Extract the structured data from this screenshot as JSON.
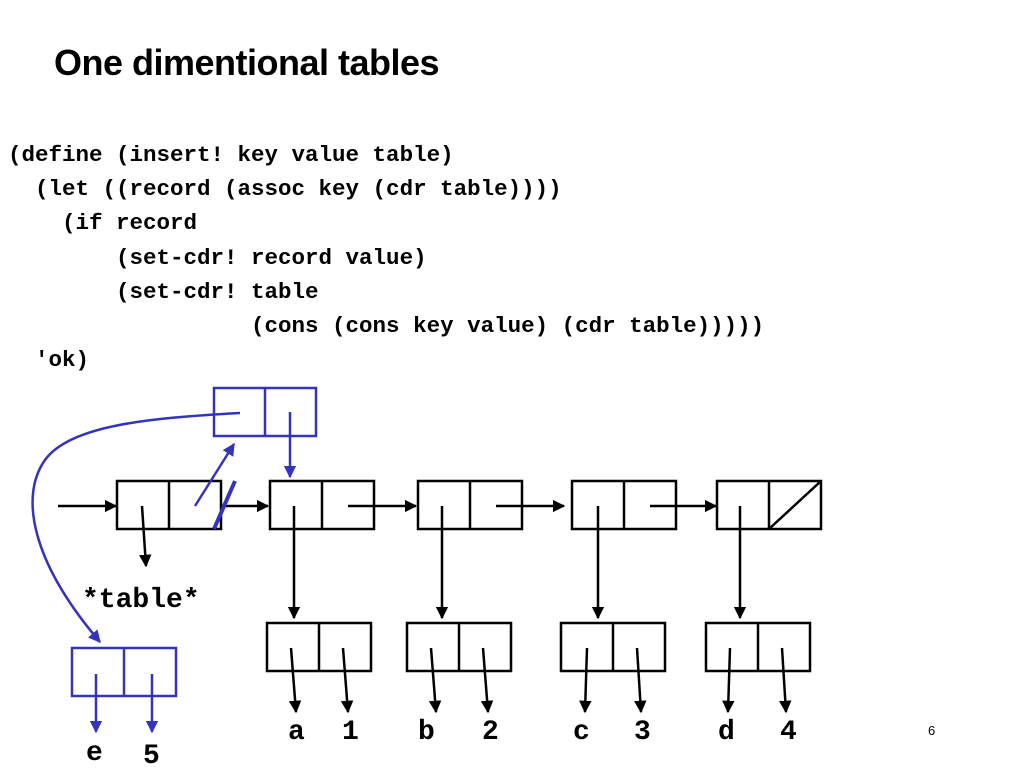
{
  "title": "One dimentional tables",
  "code_lines": [
    "(define (insert! key value table)",
    "  (let ((record (assoc key (cdr table))))",
    "    (if record",
    "        (set-cdr! record value)",
    "        (set-cdr! table",
    "                  (cons (cons key value) (cdr table)))))",
    "  'ok)"
  ],
  "diagram": {
    "table_label": "*table*",
    "records": [
      {
        "key": "a",
        "value": "1"
      },
      {
        "key": "b",
        "value": "2"
      },
      {
        "key": "c",
        "value": "3"
      },
      {
        "key": "d",
        "value": "4"
      }
    ],
    "new_record": {
      "key": "e",
      "value": "5"
    },
    "colors": {
      "existing": "#000000",
      "new": "#3333bb"
    }
  },
  "page_number": "6"
}
